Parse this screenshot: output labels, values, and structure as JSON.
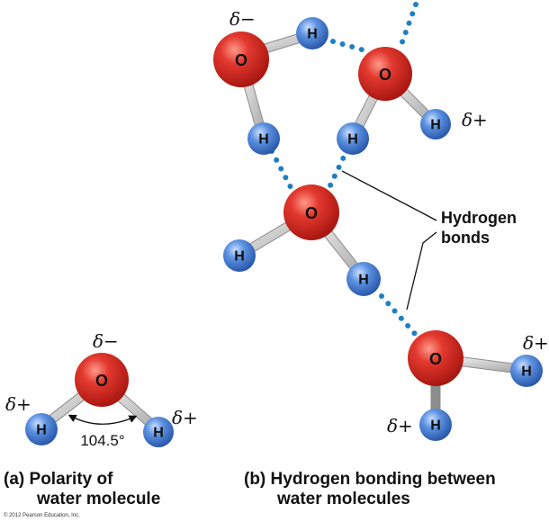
{
  "atom_labels": {
    "oxygen": "O",
    "hydrogen": "H"
  },
  "charges": {
    "partial_negative": "δ−",
    "partial_positive": "δ+"
  },
  "angle_label": "104.5°",
  "callout": {
    "line1": "Hydrogen",
    "line2": "bonds"
  },
  "captions": {
    "a": {
      "tag": "(a)",
      "line1": "Polarity of",
      "line2": "water molecule"
    },
    "b": {
      "tag": "(b)",
      "line1": "Hydrogen bonding between",
      "line2": "water molecules"
    }
  },
  "copyright": "© 2012 Pearson Education, Inc.",
  "colors": {
    "oxygen": "#d8302a",
    "hydrogen": "#4f86d6",
    "hydrogen_bond_dots": "#1e7fc2",
    "bond": "#bdbdbd"
  }
}
